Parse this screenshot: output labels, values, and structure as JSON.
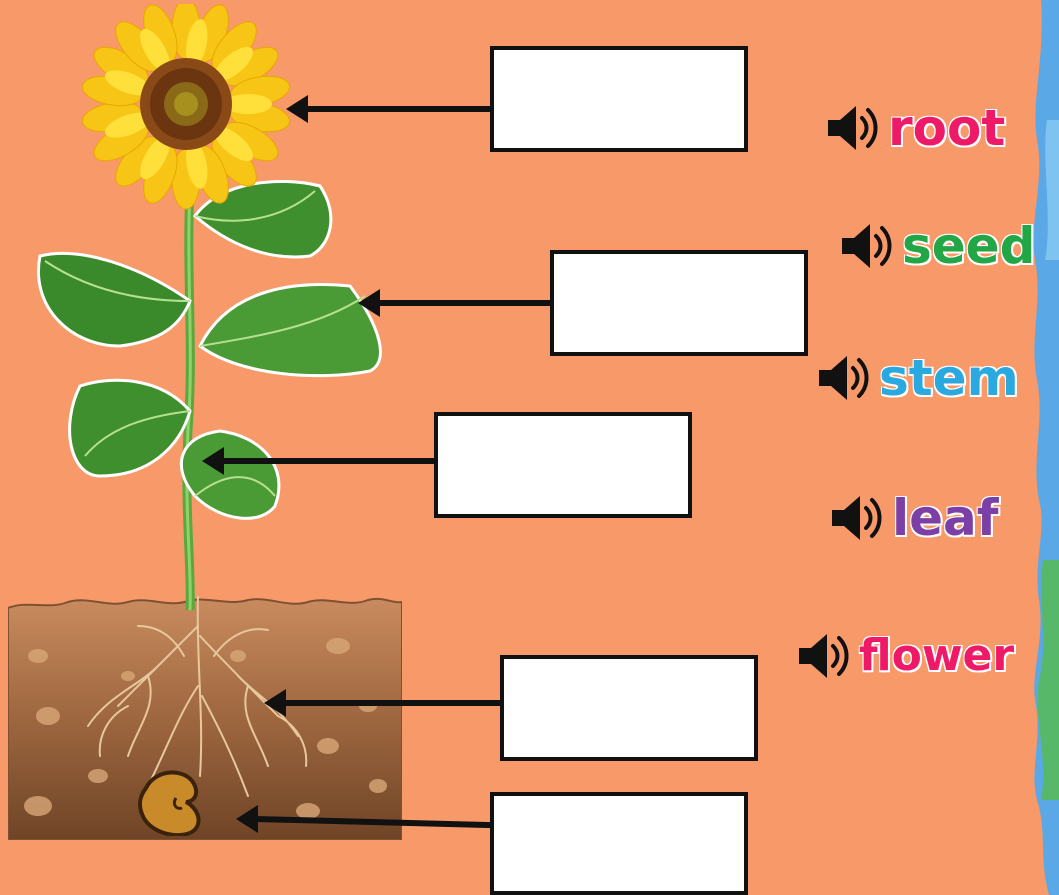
{
  "labels": {
    "root": "root",
    "seed": "seed",
    "stem": "stem",
    "leaf": "leaf",
    "flower": "flower"
  },
  "colors": {
    "background": "#f8996a",
    "root": "#ee1a67",
    "seed": "#22a646",
    "stem": "#2aa8e0",
    "leaf": "#7b3fa6",
    "flower": "#ee1a67"
  },
  "icons": {
    "speaker": "speaker-icon",
    "sunflower": "sunflower-icon",
    "seed": "bean-seed-icon"
  }
}
